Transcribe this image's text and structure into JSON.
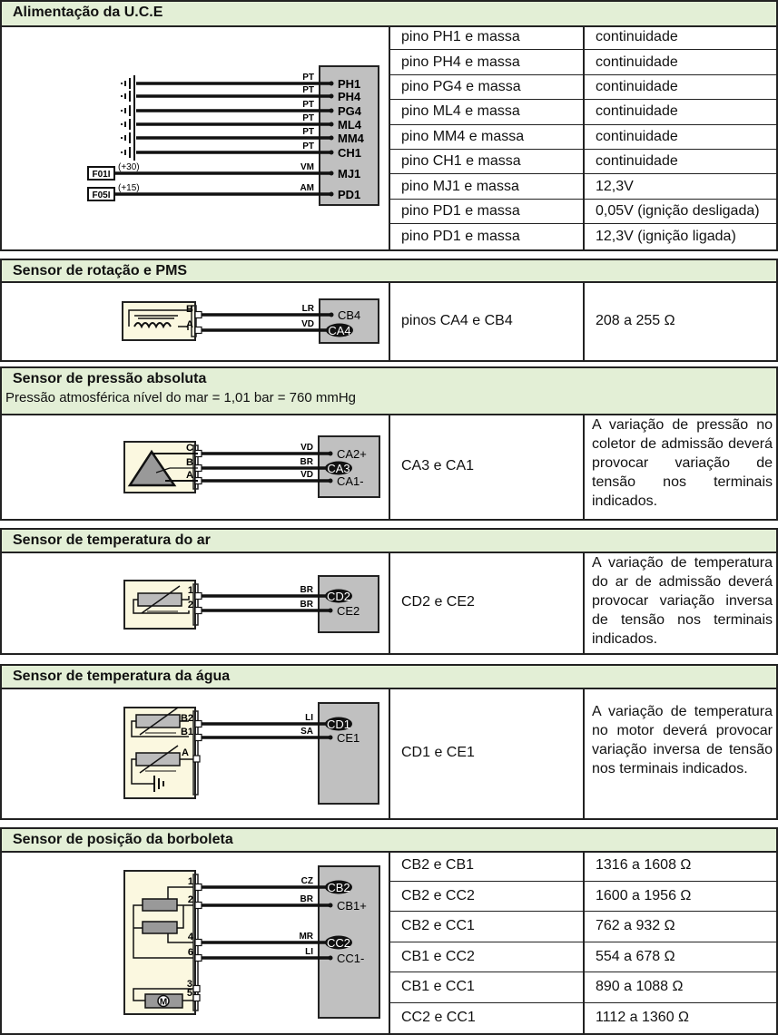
{
  "colors": {
    "header_bg": "#e3efd6",
    "sensor_bg": "#fbf8e0",
    "ecu_bg": "#c0c0c0"
  },
  "s1": {
    "title": "Alimentação da U.C.E",
    "wires": [
      {
        "color": "PT",
        "pin": "PH1"
      },
      {
        "color": "PT",
        "pin": "PH4"
      },
      {
        "color": "PT",
        "pin": "PG4"
      },
      {
        "color": "PT",
        "pin": "ML4"
      },
      {
        "color": "PT",
        "pin": "MM4"
      },
      {
        "color": "PT",
        "pin": "CH1"
      },
      {
        "color": "VM",
        "pin": "MJ1",
        "source": "F01I",
        "supply": "(+30)"
      },
      {
        "color": "AM",
        "pin": "PD1",
        "source": "F05I",
        "supply": "(+15)"
      }
    ],
    "rows": [
      [
        "pino PH1 e massa",
        "continuidade"
      ],
      [
        "pino PH4 e massa",
        "continuidade"
      ],
      [
        "pino PG4 e massa",
        "continuidade"
      ],
      [
        "pino ML4 e massa",
        "continuidade"
      ],
      [
        "pino MM4 e massa",
        "continuidade"
      ],
      [
        "pino CH1 e massa",
        "continuidade"
      ],
      [
        "pino MJ1 e massa",
        "12,3V"
      ],
      [
        "pino PD1 e massa",
        "0,05V (ignição desligada)"
      ],
      [
        "pino PD1 e massa",
        "12,3V (ignição ligada)"
      ]
    ]
  },
  "s2": {
    "title": "Sensor de rotação e PMS",
    "wires": [
      {
        "term": "B",
        "color": "LR",
        "pin": "CB4",
        "hl": false
      },
      {
        "term": "A",
        "color": "VD",
        "pin": "CA4",
        "hl": true
      }
    ],
    "test": "pinos CA4 e CB4",
    "value": "208 a 255 Ω"
  },
  "s3": {
    "title": "Sensor de pressão absoluta",
    "subtitle": "Pressão atmosférica nível do mar = 1,01 bar = 760 mmHg",
    "wires": [
      {
        "term": "C",
        "color": "VD",
        "pin": "CA2+",
        "hl": false
      },
      {
        "term": "B",
        "color": "BR",
        "pin": "CA3",
        "hl": true
      },
      {
        "term": "A",
        "color": "VD",
        "pin": "CA1-",
        "hl": false
      }
    ],
    "test": "CA3 e CA1",
    "note": "A variação de pressão no coletor de admissão deverá provocar variação de tensão nos terminais indicados."
  },
  "s4": {
    "title": "Sensor de temperatura do ar",
    "wires": [
      {
        "term": "1",
        "color": "BR",
        "pin": "CD2",
        "hl": true
      },
      {
        "term": "2",
        "color": "BR",
        "pin": "CE2",
        "hl": false
      }
    ],
    "test": "CD2 e CE2",
    "note": "A variação de temperatura do ar de admissão deverá provocar variação inversa de tensão nos terminais indicados."
  },
  "s5": {
    "title": "Sensor de temperatura da água",
    "wires": [
      {
        "term": "B2",
        "color": "LI",
        "pin": "CD1",
        "hl": true
      },
      {
        "term": "B1",
        "color": "SA",
        "pin": "CE1",
        "hl": false
      }
    ],
    "extra_term": "A",
    "test": "CD1 e CE1",
    "note": "A variação de temperatura no motor deverá provocar variação inversa de tensão nos terminais indicados."
  },
  "s6": {
    "title": "Sensor de posição da borboleta",
    "wires": [
      {
        "term": "1",
        "color": "CZ",
        "pin": "CB2",
        "hl": true
      },
      {
        "term": "2",
        "color": "BR",
        "pin": "CB1+",
        "hl": false
      },
      {
        "term": "4",
        "color": "MR",
        "pin": "CC2",
        "hl": true
      },
      {
        "term": "6",
        "color": "LI",
        "pin": "CC1-",
        "hl": false
      }
    ],
    "extra_terms": [
      "3",
      "5"
    ],
    "motor": "M",
    "rows": [
      [
        "CB2 e CB1",
        "1316 a 1608 Ω"
      ],
      [
        "CB2 e CC2",
        "1600 a 1956 Ω"
      ],
      [
        "CB2 e CC1",
        "762 a 932 Ω"
      ],
      [
        "CB1 e CC2",
        "554 a 678 Ω"
      ],
      [
        "CB1 e CC1",
        "890 a 1088 Ω"
      ],
      [
        "CC2 e CC1",
        "1112 a 1360 Ω"
      ]
    ]
  }
}
